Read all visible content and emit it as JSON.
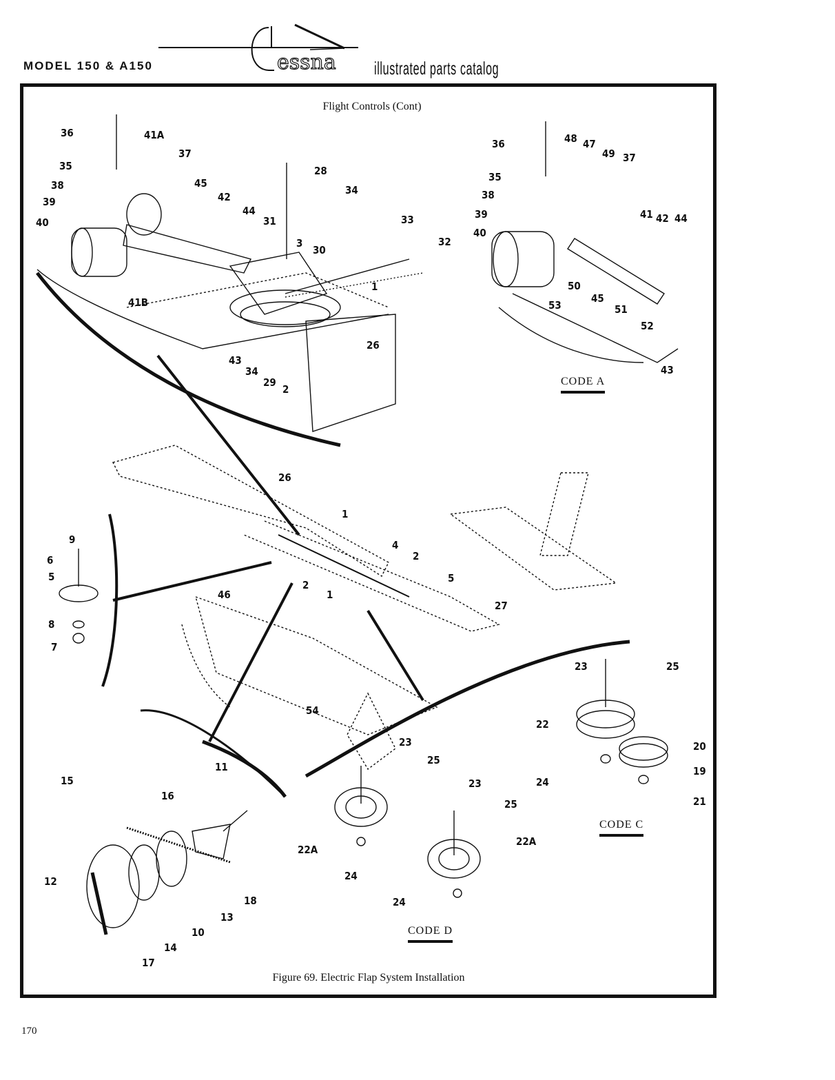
{
  "header": {
    "model": "MODEL 150 & A150",
    "brand": "Cessna",
    "catalog": "illustrated parts catalog"
  },
  "figure": {
    "section_title": "Flight Controls (Cont)",
    "caption": "Figure 69.  Electric Flap System Installation",
    "code_labels": [
      "CODE A",
      "CODE C",
      "CODE D"
    ],
    "callouts": [
      "36",
      "41A",
      "37",
      "35",
      "38",
      "39",
      "40",
      "45",
      "42",
      "28",
      "34",
      "44",
      "31",
      "33",
      "3",
      "30",
      "32",
      "1",
      "41B",
      "26",
      "43",
      "34",
      "29",
      "2",
      "36",
      "48",
      "47",
      "49",
      "37",
      "35",
      "38",
      "39",
      "41",
      "42",
      "44",
      "40",
      "50",
      "53",
      "45",
      "51",
      "52",
      "43",
      "26",
      "1",
      "9",
      "6",
      "5",
      "8",
      "7",
      "4",
      "2",
      "2",
      "5",
      "46",
      "1",
      "27",
      "54",
      "23",
      "25",
      "22",
      "20",
      "19",
      "24",
      "21",
      "23",
      "25",
      "11",
      "15",
      "16",
      "12",
      "10",
      "14",
      "17",
      "13",
      "18",
      "22A",
      "24",
      "23",
      "25",
      "22A",
      "24"
    ]
  },
  "page": {
    "number": "170"
  }
}
